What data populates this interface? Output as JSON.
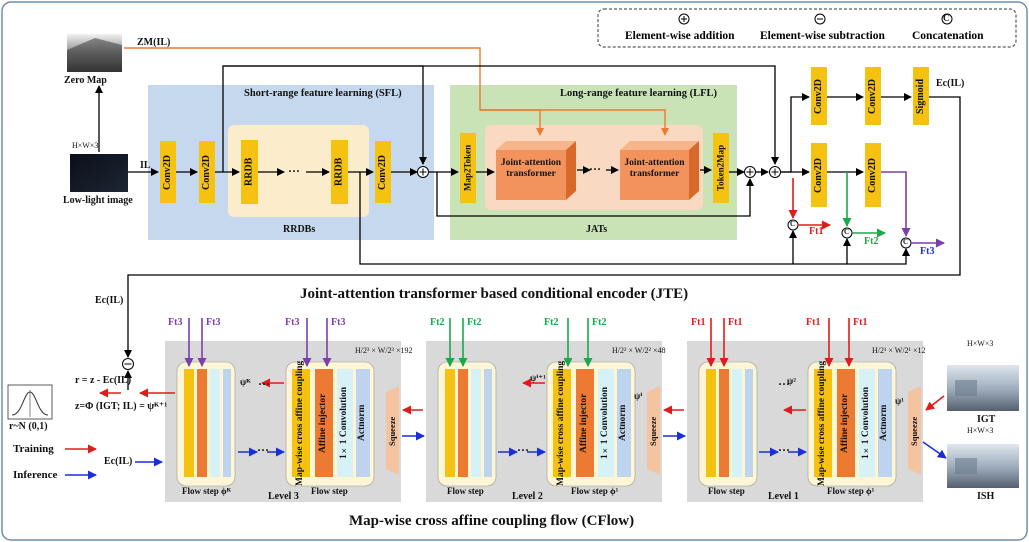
{
  "legend": {
    "addition": "Element-wise addition",
    "subtraction": "Element-wise subtraction",
    "concatenation": "Concatenation",
    "plus_symbol": "+",
    "minus_symbol": "−",
    "c_symbol": "C"
  },
  "jte": {
    "title": "Joint-attention transformer based conditional encoder (JTE)",
    "sfl_title": "Short-range feature learning (SFL)",
    "lfl_title": "Long-range feature learning (LFL)",
    "rrdbs_label": "RRDBs",
    "jats_label": "JATs",
    "conv2d": "Conv2D",
    "rrdb": "RRDB",
    "map2token": "Map2Token",
    "token2map": "Token2Map",
    "jat": "Joint-attention transformer",
    "sigmoid": "Sigmoid",
    "dots": "···",
    "zero_map_label": "Zero Map",
    "zm_label": "ZM(IL)",
    "input_dims": "H×W×3",
    "low_light_label": "Low-light image",
    "il_label": "IL",
    "ec_label": "Ec(IL)",
    "ft1": "Ft1",
    "ft2": "Ft2",
    "ft3": "Ft3"
  },
  "cflow": {
    "title": "Map-wise cross affine coupling flow (CFlow)",
    "level1": "Level 1",
    "level2": "Level 2",
    "level3": "Level 3",
    "flow_step": "Flow step",
    "flow_step_1": "Flow step ϕ¹",
    "flow_step_k": "Flow step ϕᴷ",
    "macc": "Map-wise cross affine coupling",
    "affine_injector": "Affine injector",
    "conv1x1": "1×1 Convolution",
    "actnorm": "Actnorm",
    "squeeze": "Squeeze",
    "psi1": "ψ¹",
    "psi2": "ψ²",
    "psi_i": "ψⁱ",
    "psi_i1": "ψⁱ⁺¹",
    "psi_k": "ψᴷ",
    "dims_l1": "H/2¹ × W/2¹ ×12",
    "dims_l2": "H/2² × W/2² ×48",
    "dims_l3": "H/2³ × W/2³ ×192",
    "gt_dims": "H×W×3",
    "igt_label": "IGT",
    "ish_label": "ISH",
    "r_formula": "r = z - Ec(IL)",
    "z_formula": "z=Φ (IGT; IL) = ψᴷ⁺¹",
    "normal_label": "r~N (0,1)",
    "training_label": "Training",
    "inference_label": "Inference",
    "ec_label": "Ec(IL)",
    "ft1": "Ft1",
    "ft2": "Ft2",
    "ft3": "Ft3"
  },
  "colors": {
    "conv_yellow": "#f6c211",
    "sfl_bg": "#c6d8ee",
    "lfl_bg": "#c9e3b6",
    "rrdb_bg": "#fbeccb",
    "jat_bg": "#fad9c2",
    "jat_block": "#f2935d",
    "flow_bg": "#d9d9d9",
    "flowstep_bg": "#fdf6d4",
    "affine_orange": "#ec7a32",
    "conv1x1_cyan": "#d7f2f6",
    "actnorm_blue": "#bdd3ee",
    "squeeze_peach": "#f4c4a1",
    "orange_line": "#ec7a32",
    "red": "#e01b1b",
    "green": "#19a84a",
    "purple": "#7b3fa8",
    "blue": "#1a2fd8"
  }
}
